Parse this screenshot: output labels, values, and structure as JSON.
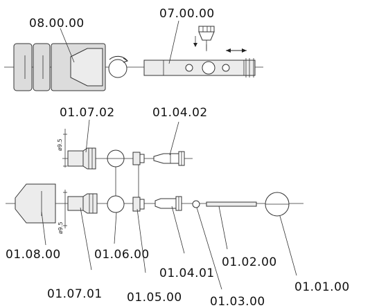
{
  "labels": {
    "p08_00_00": "08.00.00",
    "p07_00_00": "07.00.00",
    "p01_07_02": "01.07.02",
    "p01_04_02": "01.04.02",
    "p01_08_00": "01.08.00",
    "p01_06_00": "01.06.00",
    "p01_04_01": "01.04.01",
    "p01_02_00": "01.02.00",
    "p01_07_01": "01.07.01",
    "p01_05_00": "01.05.00",
    "p01_03_00": "01.03.00",
    "p01_01_00": "01.01.00"
  },
  "dimensions": {
    "upper": "ø9.5",
    "lower": "ø9.5"
  }
}
